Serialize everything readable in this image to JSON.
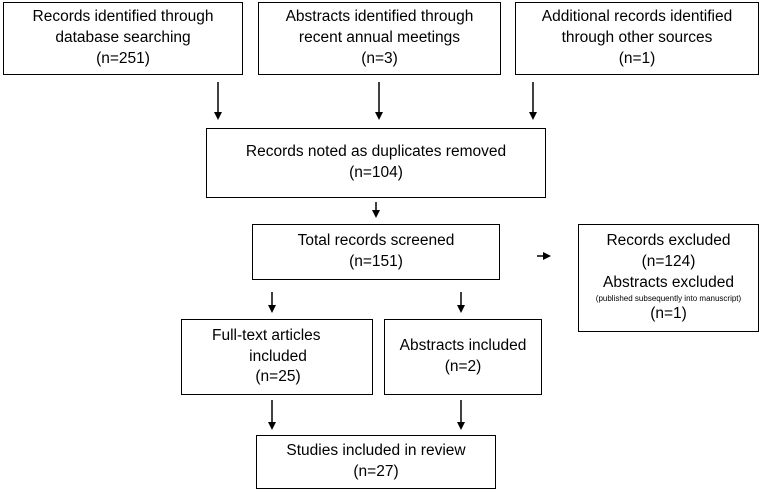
{
  "boxes": {
    "db_search": {
      "lines": [
        "Records identified through",
        "database searching",
        "(n=251)"
      ]
    },
    "abstracts_meetings": {
      "lines": [
        "Abstracts identified through",
        "recent annual meetings",
        "(n=3)"
      ]
    },
    "other_sources": {
      "lines": [
        "Additional records identified",
        "through other sources",
        "(n=1)"
      ]
    },
    "duplicates_removed": {
      "lines": [
        "Records noted as duplicates removed",
        "(n=104)"
      ]
    },
    "screened": {
      "lines": [
        "Total records screened",
        "(n=151)"
      ]
    },
    "excluded": {
      "line1": "Records excluded",
      "line2": "(n=124)",
      "line3": "Abstracts excluded",
      "note": "(published subsequently into manuscript)",
      "line5": "(n=1)"
    },
    "fulltext": {
      "lines": [
        "Full-text articles",
        "included",
        "(n=25)"
      ]
    },
    "abstracts_included": {
      "lines": [
        "Abstracts included",
        "(n=2)"
      ]
    },
    "studies_review": {
      "lines": [
        "Studies included in review",
        "(n=27)"
      ]
    }
  }
}
